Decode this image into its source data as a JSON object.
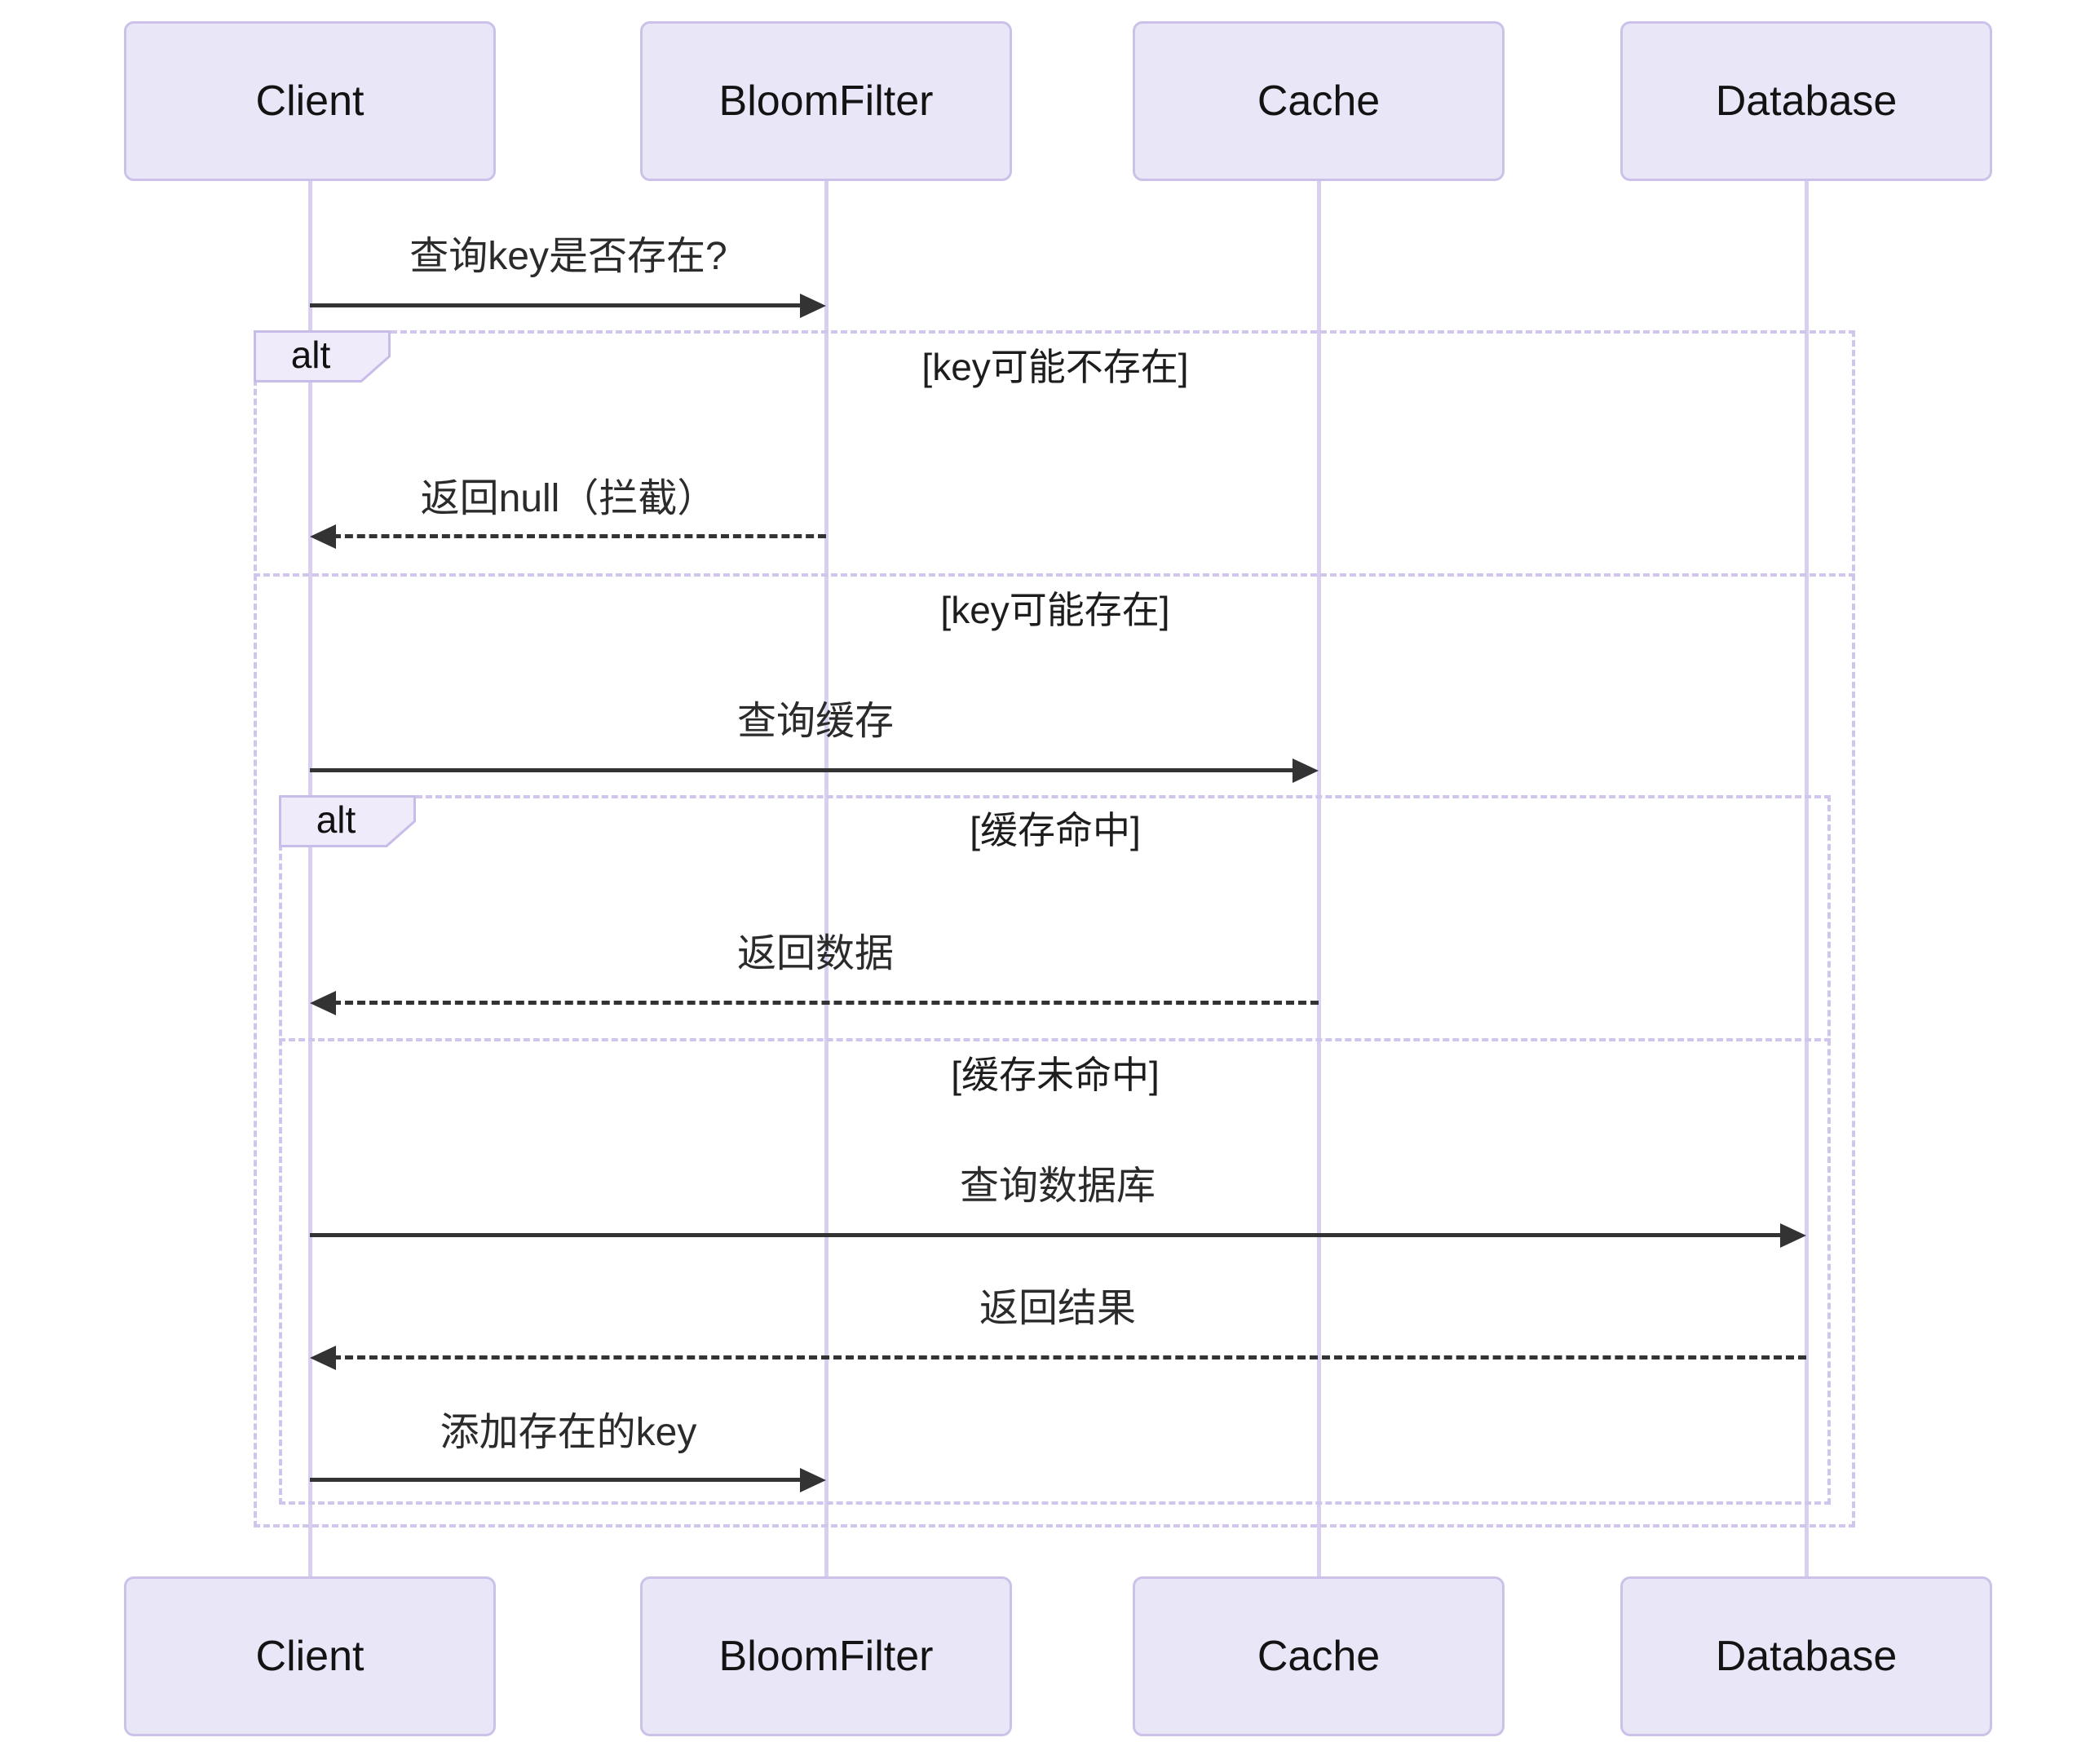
{
  "diagram_type": "sequence-diagram",
  "participants": [
    {
      "name": "Client"
    },
    {
      "name": "BloomFilter"
    },
    {
      "name": "Cache"
    },
    {
      "name": "Database"
    }
  ],
  "messages": [
    {
      "label": "查询key是否存在?",
      "from": "Client",
      "to": "BloomFilter",
      "line": "solid"
    },
    {
      "label": "返回null（拦截）",
      "from": "BloomFilter",
      "to": "Client",
      "line": "dashed"
    },
    {
      "label": "查询缓存",
      "from": "Client",
      "to": "Cache",
      "line": "solid"
    },
    {
      "label": "返回数据",
      "from": "Cache",
      "to": "Client",
      "line": "dashed"
    },
    {
      "label": "查询数据库",
      "from": "Client",
      "to": "Database",
      "line": "solid"
    },
    {
      "label": "返回结果",
      "from": "Database",
      "to": "Client",
      "line": "dashed"
    },
    {
      "label": "添加存在的key",
      "from": "Client",
      "to": "BloomFilter",
      "line": "solid"
    }
  ],
  "alt_outer": {
    "operator": "alt",
    "condition_if": "[key可能不存在]",
    "condition_else": "[key可能存在]"
  },
  "alt_inner": {
    "operator": "alt",
    "condition_if": "[缓存命中]",
    "condition_else": "[缓存未命中]"
  },
  "colors": {
    "background": "#ffffff",
    "actor_fill": "#e9e6f8",
    "actor_border": "#ccc1e8",
    "lifeline": "#d9cff0",
    "frame_border": "#d0c5ec",
    "alt_label_fill": "#efebfa",
    "alt_label_border": "#c8bce8",
    "arrow": "#333333",
    "text": "#1d1d1d"
  }
}
